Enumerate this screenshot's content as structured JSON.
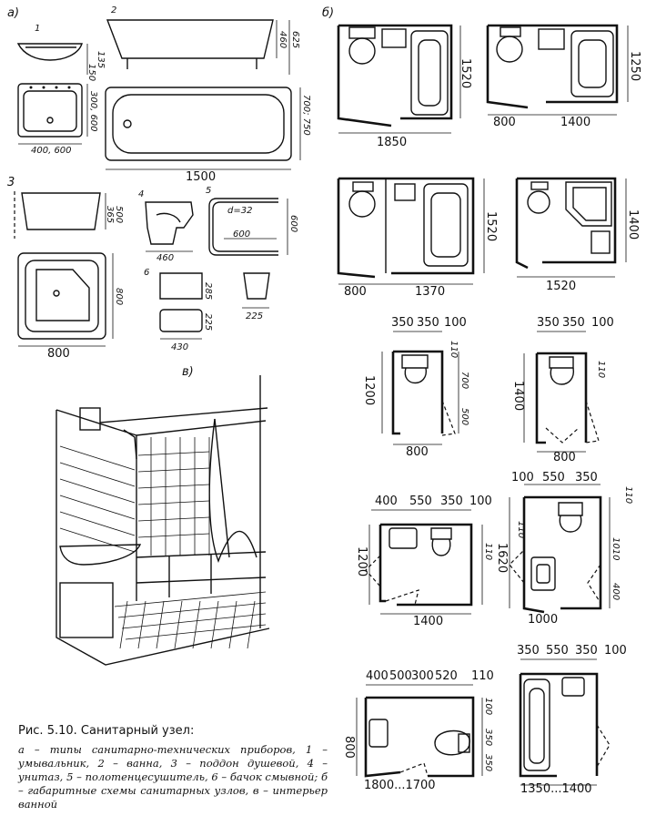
{
  "sections": {
    "a": "а)",
    "b": "б)",
    "v": "в)"
  },
  "items": {
    "n1": "1",
    "n2": "2",
    "n3": "3",
    "n4": "4",
    "n5": "5",
    "n6": "6"
  },
  "dims": {
    "basin_h1": "150",
    "basin_h2": "135",
    "basin_w": "400, 600",
    "basin_d": "300, 600",
    "bath_h1": "460",
    "bath_h2": "625",
    "bath_l": "1500",
    "bath_w": "700; 750",
    "tray_h1": "365",
    "tray_h2": "500",
    "tray_w": "800",
    "tray_d": "800",
    "wc_w": "460",
    "rail_d": "d=32",
    "rail_w": "600",
    "rail_h": "600",
    "tank_h1": "285",
    "tank_h2": "225",
    "tank_w": "430",
    "tank_s": "225",
    "p1_w": "1850",
    "p1_h": "1520",
    "p2_w1": "800",
    "p2_w2": "1400",
    "p2_h": "1250",
    "p3_w1": "800",
    "p3_w2": "1370",
    "p3_h": "1520",
    "p4_w": "1520",
    "p4_h": "1400",
    "p5_t1": "350",
    "p5_t2": "350",
    "p5_t3": "100",
    "p5_h": "1200",
    "p5_r1": "110",
    "p5_r2": "700",
    "p5_r3": "500",
    "p5_w": "800",
    "p6_t1": "350",
    "p6_t2": "350",
    "p6_t3": "100",
    "p6_h": "1400",
    "p6_r1": "110",
    "p6_w": "800",
    "p7_t1": "400",
    "p7_t2": "550",
    "p7_t3": "350",
    "p7_t4": "100",
    "p7_h": "1200",
    "p7_r1": "110",
    "p7_w": "1400",
    "p8_t1": "100",
    "p8_t2": "550",
    "p8_t3": "350",
    "p8_h": "1620",
    "p8_l1": "110",
    "p8_r0": "110",
    "p8_r1": "1010",
    "p8_r2": "400",
    "p8_w": "1000",
    "p9_t1": "400",
    "p9_t2": "500",
    "p9_t3": "300",
    "p9_t4": "520",
    "p9_t5": "110",
    "p9_h": "800",
    "p9_r1": "100",
    "p9_r2": "350",
    "p9_r3": "350",
    "p9_w": "1800...1700",
    "p10_t1": "350",
    "p10_t2": "550",
    "p10_t3": "350",
    "p10_t4": "100",
    "p10_w": "1350...1400"
  },
  "caption": {
    "title": "Рис. 5.10. Санитарный узел:",
    "text": "а – типы санитарно-технических приборов, 1 – умывальник, 2 – ванна, 3 – поддон душевой, 4 – унитаз, 5 – полотенцесушитель, 6 – бачок смывной; б – габаритные схемы санитарных узлов, в – интерьер ванной"
  }
}
